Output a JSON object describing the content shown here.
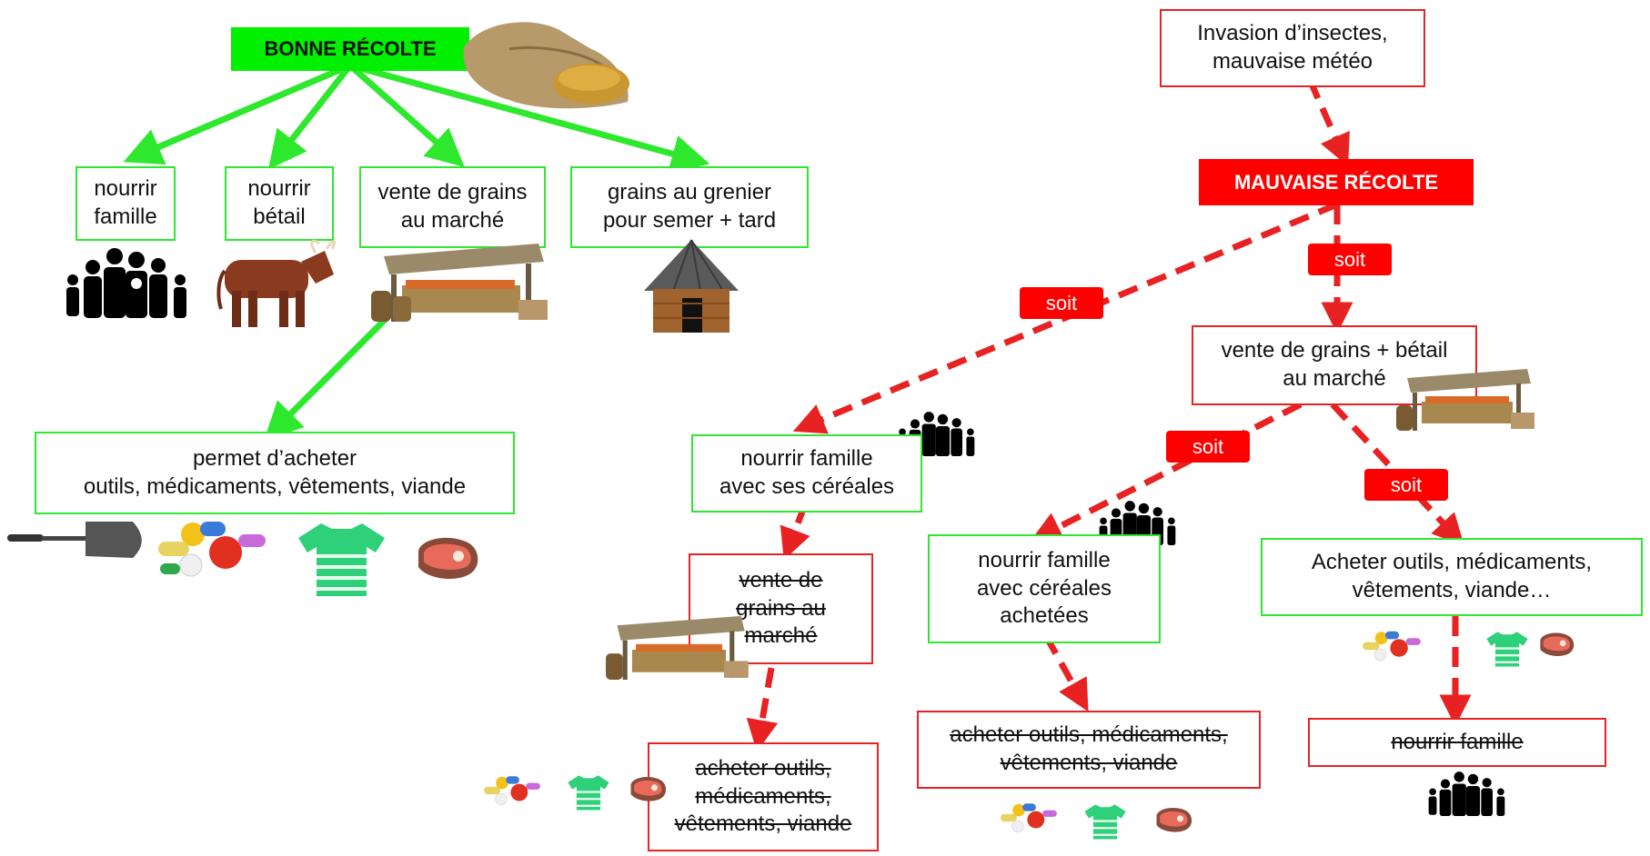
{
  "good": {
    "title": "BONNE RÉCOLTE",
    "feed_family": "nourrir\nfamille",
    "feed_livestock": "nourrir\nbétail",
    "sell_grain": "vente de grains\nau marché",
    "granary": "grains au grenier\npour semer + tard",
    "buy_goods": "permet d’acheter\noutils, médicaments, vêtements, viande"
  },
  "bad": {
    "cause": "Invasion d’insectes,\nmauvaise météo",
    "title": "MAUVAISE RÉCOLTE",
    "sell_grain_livestock": "vente de grains + bétail\nau marché",
    "feed_family_own": "nourrir famille\navec ses céréales",
    "no_sell_grain": "vente de\ngrains au\nmarché",
    "no_buy_goods_1": "acheter outils,\nmédicaments,\nvêtements, viande",
    "feed_family_bought": "nourrir famille\navec céréales\nachetées",
    "no_buy_goods_2": "acheter outils, médicaments,\nvêtements, viande",
    "buy_goods": "Acheter outils, médicaments,\nvêtements, viande…",
    "no_feed_family": "nourrir famille",
    "soit": "soit"
  },
  "colors": {
    "green": "#00f000",
    "green_line": "#2ee82e",
    "red": "#ff0000",
    "red_line": "#e82222"
  }
}
